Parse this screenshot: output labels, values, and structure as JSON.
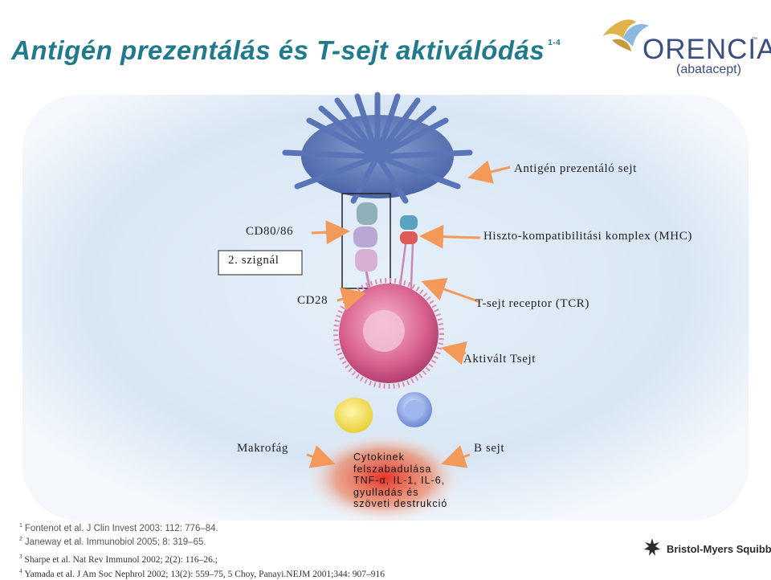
{
  "title": {
    "text": "Antigén prezentálás és T-sejt aktiválódás",
    "ref": "1-4"
  },
  "logo": {
    "brand": "ORENCIA",
    "tm": "™",
    "generic": "(abatacept)"
  },
  "labels": {
    "apc": "Antigén prezentáló sejt",
    "cd80": "CD80/86",
    "mhc": "Hiszto-kompatibilitási komplex (MHC)",
    "signal2": "2. szignál",
    "cd28": "CD28",
    "tcr": "T-sejt receptor (TCR)",
    "activated": "Aktivált Tsejt",
    "macrophage": "Makrofág",
    "bcell": "B sejt"
  },
  "cytokines": {
    "line1": "Cytokinek",
    "line2": "felszabadulása",
    "line3": "TNF-α, IL-1, IL-6,",
    "line4": "gyulladás és",
    "line5": "szöveti destrukció"
  },
  "references": [
    {
      "num": "1",
      "text": "Fontenot et al. J Clin Invest 2003: 112: 776–84."
    },
    {
      "num": "2",
      "text": "Janeway et al. Immunobiol 2005; 8: 319–65."
    },
    {
      "num": "3",
      "text": "Sharpe et al. Nat Rev Immunol 2002; 2(2): 116–26.;"
    },
    {
      "num": "4",
      "text": "Yamada et al. J Am Soc Nephrol 2002; 13(2): 559–75, 5 Choy, Panayi.NEJM 2001;344: 907–916"
    }
  ],
  "footer": {
    "company": "Bristol-Myers Squibb"
  },
  "colors": {
    "title": "#1f7a8c",
    "arrow": "#f39a5a",
    "logo": "#3a4e82",
    "background_tint": "#dde9f5"
  }
}
